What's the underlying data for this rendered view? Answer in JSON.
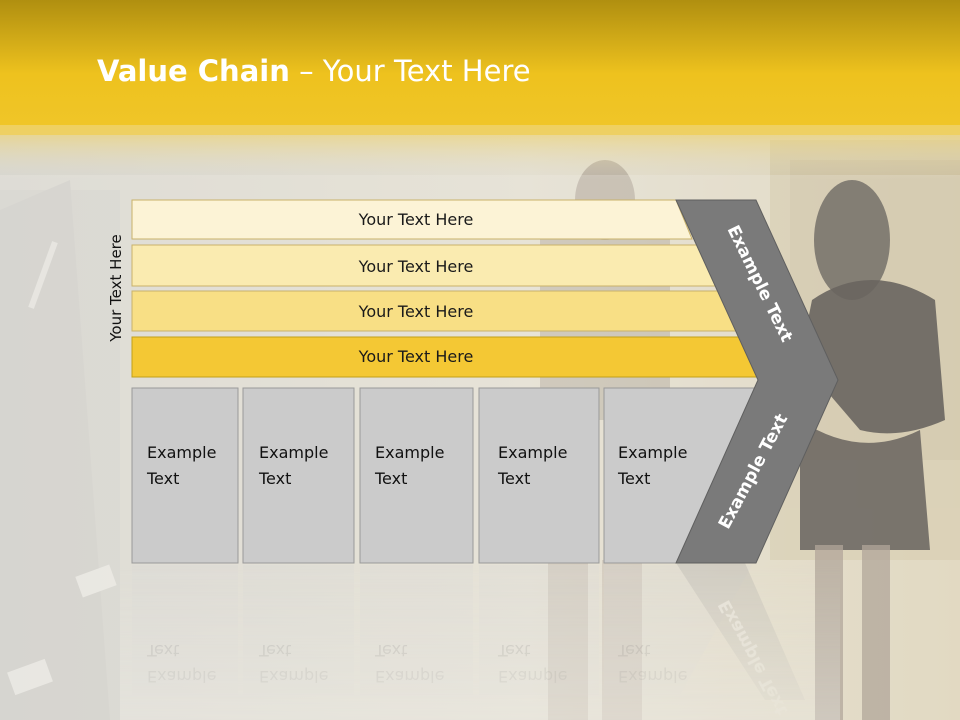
{
  "slide": {
    "title_bold": "Value Chain",
    "title_rest": " – Your Text Here",
    "side_label": "Your Text Here",
    "bars": [
      {
        "label": "Your Text Here",
        "color": "#fcf3d6"
      },
      {
        "label": "Your Text Here",
        "color": "#faebb0"
      },
      {
        "label": "Your Text Here",
        "color": "#f8df85"
      },
      {
        "label": "Your Text Here",
        "color": "#f4c834"
      }
    ],
    "boxes": [
      {
        "line1": "Example",
        "line2": "Text"
      },
      {
        "line1": "Example",
        "line2": "Text"
      },
      {
        "line1": "Example",
        "line2": "Text"
      },
      {
        "line1": "Example",
        "line2": "Text"
      },
      {
        "line1": "Example",
        "line2": "Text"
      }
    ],
    "chevron_top": "Example Text",
    "chevron_bottom": "Example Text",
    "colors": {
      "header_yellow": "#f0c020",
      "chevron_gray": "#7a7a7a",
      "box_gray": "#cbcbcb"
    }
  }
}
